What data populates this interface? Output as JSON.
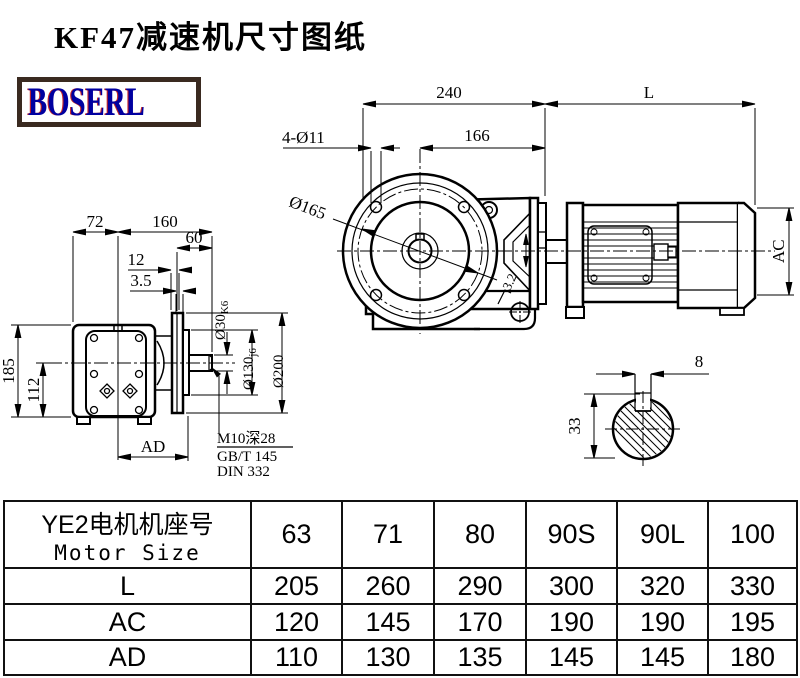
{
  "title": "KF47减速机尺寸图纸",
  "logo": {
    "text": "BOSERL"
  },
  "drawing": {
    "side_view": {
      "dim_72": "72",
      "dim_160": "160",
      "dim_60": "60",
      "dim_12": "12",
      "dim_3_5": "3.5",
      "dim_185": "185",
      "dim_112": "112",
      "dim_AD": "AD",
      "shaft_dia": {
        "main": "Ø30",
        "tol": "K6"
      },
      "hub_dia": {
        "main": "Ø130",
        "tol": "j6"
      },
      "flange_dia": "Ø200",
      "tap_note": "M10深28",
      "std1": "GB/T 145",
      "std2": "DIN 332"
    },
    "front_view": {
      "dim_240": "240",
      "dim_L": "L",
      "dim_166": "166",
      "bolt_holes": "4-Ø11",
      "bolt_circle": "Ø165",
      "dim_AC": "AC",
      "roughness": "3.2"
    },
    "shaft_section": {
      "key_width": "8",
      "key_height": "33"
    }
  },
  "table": {
    "header": {
      "zh": "YE2电机机座号",
      "en": "Motor Size"
    },
    "columns": [
      "63",
      "71",
      "80",
      "90S",
      "90L",
      "100"
    ],
    "rows": [
      {
        "label": "L",
        "values": [
          "205",
          "260",
          "290",
          "300",
          "320",
          "330"
        ]
      },
      {
        "label": "AC",
        "values": [
          "120",
          "145",
          "170",
          "190",
          "190",
          "195"
        ]
      },
      {
        "label": "AD",
        "values": [
          "110",
          "130",
          "135",
          "145",
          "145",
          "180"
        ]
      }
    ]
  }
}
